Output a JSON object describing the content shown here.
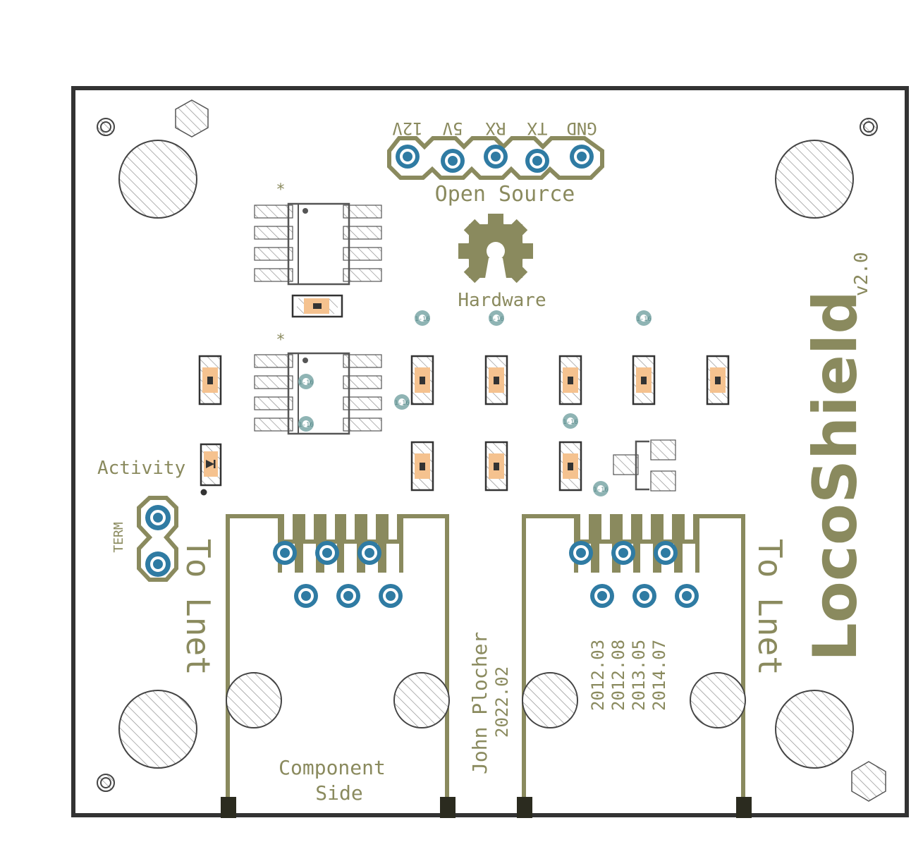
{
  "header_pins": [
    "12V",
    "5V",
    "RX",
    "TX",
    "GND"
  ],
  "logo": {
    "top": "Open Source",
    "bottom": "Hardware"
  },
  "title": {
    "main": "LocoShield",
    "version": "v2.0"
  },
  "labels": {
    "activity": "Activity",
    "term": "TERM",
    "to_lnet_left": "To Lnet",
    "to_lnet_right": "To Lnet",
    "component": "Component",
    "side": "Side",
    "author": "John Plocher",
    "author_date": "2022.02"
  },
  "revision_dates": [
    "2012.03",
    "2012.08",
    "2013.05",
    "2014.07"
  ],
  "via_label": "1-16",
  "colors": {
    "board_outline": "#333333",
    "silkscreen": "#8a8a5e",
    "copper_pad": "#2f7ba3",
    "smd_pad": "#f5c28f",
    "via": "#8fb4b4",
    "hatch": "#888888"
  }
}
